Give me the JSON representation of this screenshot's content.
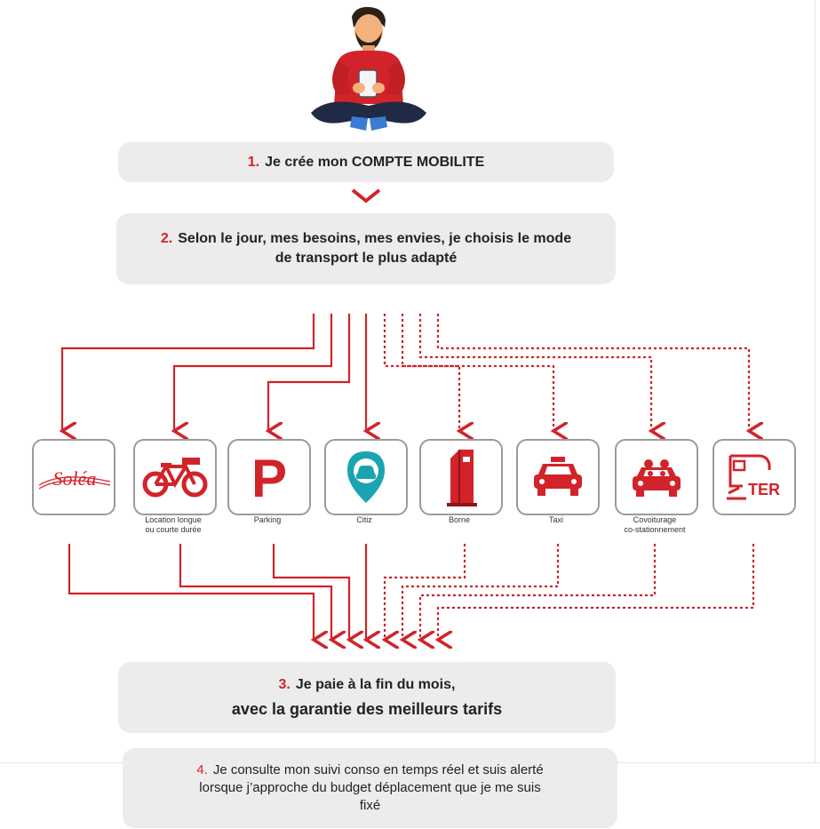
{
  "steps": {
    "s1": {
      "num": "1.",
      "text": "Je crée mon COMPTE MOBILITE"
    },
    "s2": {
      "num": "2.",
      "line1": "Selon le jour, mes besoins, mes envies, je choisis le mode",
      "line2": "de transport le plus adapté"
    },
    "s3": {
      "num": "3.",
      "line1": "Je paie à la fin du mois,",
      "line2": "avec la garantie des meilleurs tarifs"
    },
    "s4": {
      "num": "4.",
      "line1": "Je consulte mon suivi conso en temps réel et suis alerté",
      "line2": "lorsque j’approche du budget déplacement que je me suis",
      "line3": "fixé"
    }
  },
  "modes": [
    {
      "id": "solea",
      "logo_text": "Soléa",
      "caption1": "",
      "caption2": "",
      "icon": "solea-logo"
    },
    {
      "id": "velo",
      "caption1": "Location longue",
      "caption2": "ou courte durée",
      "icon": "bicycle-icon"
    },
    {
      "id": "parking",
      "logo_text": "P",
      "caption1": "Parking",
      "caption2": "",
      "icon": "parking-icon"
    },
    {
      "id": "citiz",
      "caption1": "Citiz",
      "caption2": "",
      "icon": "car-pin-icon"
    },
    {
      "id": "borne",
      "caption1": "Borne",
      "caption2": "",
      "icon": "charging-station-icon"
    },
    {
      "id": "taxi",
      "caption1": "Taxi",
      "caption2": "",
      "icon": "taxi-icon"
    },
    {
      "id": "covoit",
      "caption1": "Covoiturage",
      "caption2": "co-stationnement",
      "icon": "carpool-icon"
    },
    {
      "id": "ter",
      "logo_text": "TER",
      "caption1": "",
      "caption2": "",
      "icon": "train-icon"
    }
  ],
  "colors": {
    "accent": "#d2232a",
    "panel": "#ececec",
    "border": "#9b9b9b"
  }
}
